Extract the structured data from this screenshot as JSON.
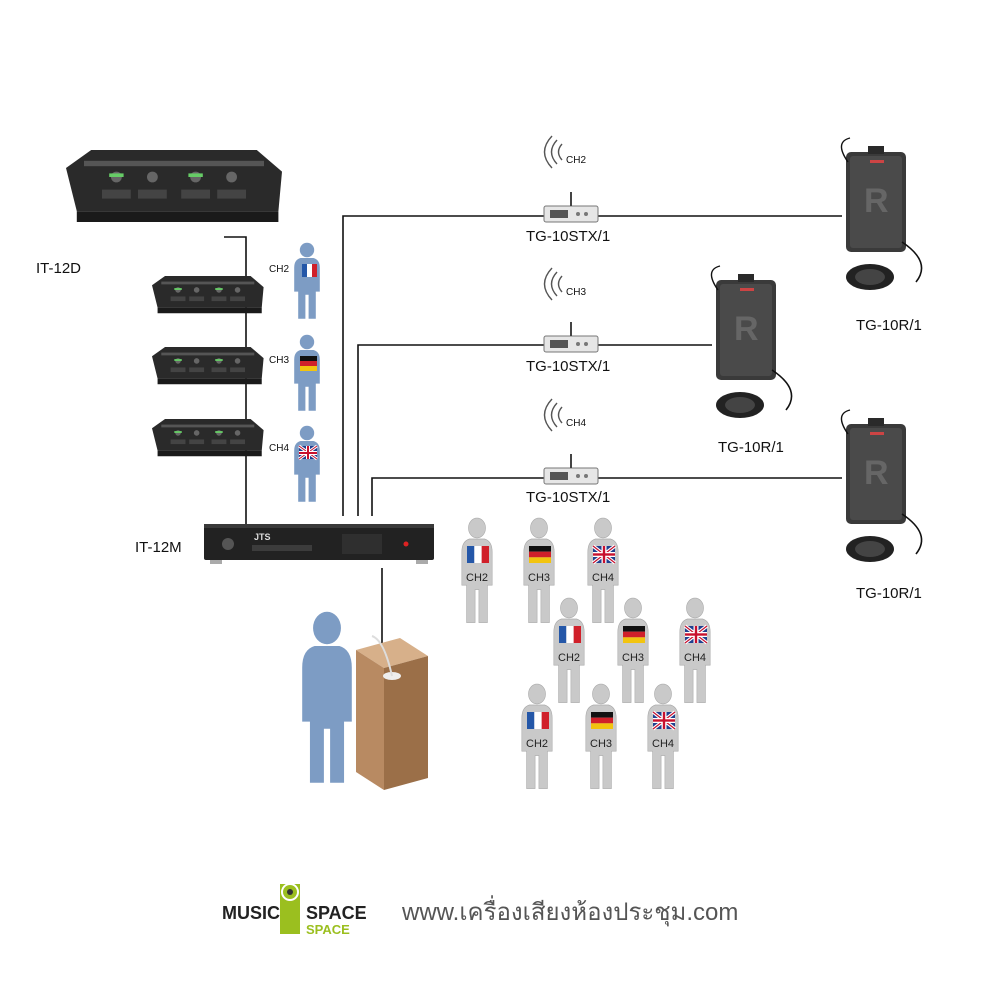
{
  "labels": {
    "it12d": "IT-12D",
    "it12m": "IT-12M",
    "tx_ch2": "TG-10STX/1",
    "tx_ch3": "TG-10STX/1",
    "tx_ch4": "TG-10STX/1",
    "rx_1": "TG-10R/1",
    "rx_2": "TG-10R/1",
    "rx_3": "TG-10R/1",
    "ch2": "CH2",
    "ch3": "CH3",
    "ch4": "CH4",
    "brand_on_device": "JTS"
  },
  "channels": [
    "CH2",
    "CH3",
    "CH4"
  ],
  "audience": [
    {
      "ch": "CH2",
      "flag": "france"
    },
    {
      "ch": "CH3",
      "flag": "germany"
    },
    {
      "ch": "CH4",
      "flag": "uk"
    },
    {
      "ch": "CH2",
      "flag": "france"
    },
    {
      "ch": "CH3",
      "flag": "germany"
    },
    {
      "ch": "CH4",
      "flag": "uk"
    },
    {
      "ch": "CH2",
      "flag": "france"
    },
    {
      "ch": "CH3",
      "flag": "germany"
    },
    {
      "ch": "CH4",
      "flag": "uk"
    }
  ],
  "footer": {
    "logo_music": "MUSIC",
    "logo_space": "SPACE",
    "logo_space_sub": "SPACE",
    "website": "www.เครื่องเสียงห้องประชุม.com"
  },
  "colors": {
    "line": "#111111",
    "device": "#2d2d2d",
    "presenter": "#7d9cc4",
    "podium": "#b88a62",
    "audience": "#c9c9c9",
    "logo_green": "#9bbf1f",
    "footer_text": "#555555"
  }
}
